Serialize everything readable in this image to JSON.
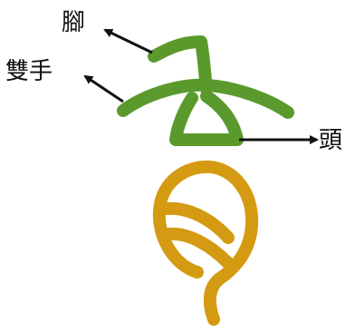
{
  "labels": {
    "foot": "腳",
    "hands": "雙手",
    "head": "頭"
  },
  "colors": {
    "upper_strokes": "#5a9a2c",
    "lower_strokes": "#d49a12",
    "arrows": "#111111",
    "background": "#ffffff"
  }
}
